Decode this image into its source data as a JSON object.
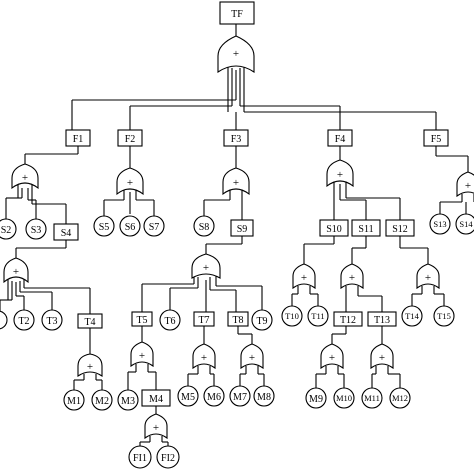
{
  "diagram": {
    "gate_symbol": "+",
    "top_event": "TF",
    "level1_events": [
      "F1",
      "F2",
      "F3",
      "F4",
      "F5"
    ],
    "f1_children": [
      "S2",
      "S3",
      "S4"
    ],
    "s4_children": [
      "T2",
      "T3",
      "T4"
    ],
    "t4_children": [
      "M1",
      "M2"
    ],
    "f2_children": [
      "S5",
      "S6",
      "S7"
    ],
    "f3_children": [
      "S8",
      "S9"
    ],
    "s9_children": [
      "T5",
      "T6",
      "T7",
      "T8",
      "T9"
    ],
    "t5_children": [
      "M3",
      "M4"
    ],
    "m4_children": [
      "FI1",
      "FI2"
    ],
    "t7_children": [
      "M5",
      "M6"
    ],
    "t8_children": [
      "M7",
      "M8"
    ],
    "f4_children": [
      "S10",
      "S11",
      "S12"
    ],
    "s10_children": [
      "T10",
      "T11"
    ],
    "s11_children": [
      "T12",
      "T13"
    ],
    "s12_children": [
      "T14",
      "T15"
    ],
    "t12_children": [
      "M9",
      "M10"
    ],
    "t13_children": [
      "M11",
      "M12"
    ],
    "f5_children": [
      "S13",
      "S14"
    ]
  }
}
